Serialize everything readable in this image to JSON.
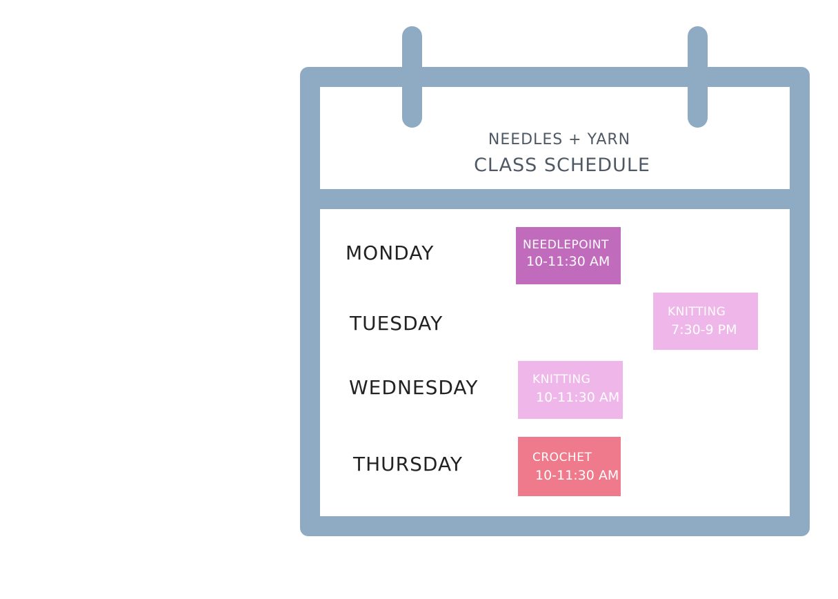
{
  "header": {
    "subtitle": "NEEDLES + YARN",
    "title": "CLASS SCHEDULE"
  },
  "days": [
    {
      "label": "MONDAY"
    },
    {
      "label": "TUESDAY"
    },
    {
      "label": "WEDNESDAY"
    },
    {
      "label": "THURSDAY"
    }
  ],
  "classes": [
    {
      "day": "MONDAY",
      "name": "NEEDLEPOINT",
      "time": "10-11:30 AM",
      "color": "#c16bbd"
    },
    {
      "day": "TUESDAY",
      "name": "KNITTING",
      "time": "7:30-9 PM",
      "color": "#efb6e9"
    },
    {
      "day": "WEDNESDAY",
      "name": "KNITTING",
      "time": "10-11:30 AM",
      "color": "#efb6e9"
    },
    {
      "day": "THURSDAY",
      "name": "CROCHET",
      "time": "10-11:30 AM",
      "color": "#ef7a8b"
    }
  ],
  "colors": {
    "frame": "#8fabc4",
    "header_text": "#4f5965",
    "day_text": "#222222"
  }
}
